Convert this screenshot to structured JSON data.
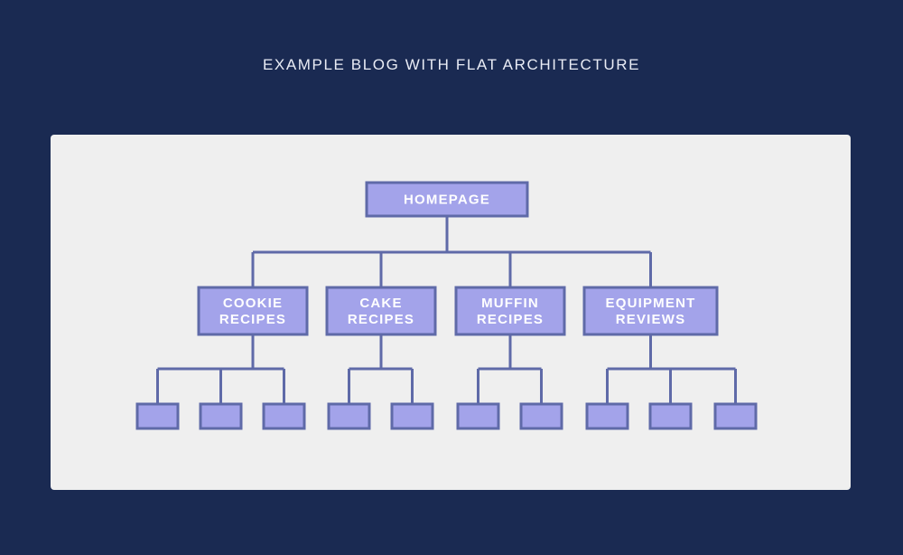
{
  "title": "EXAMPLE BLOG WITH FLAT ARCHITECTURE",
  "colors": {
    "background": "#1a2a52",
    "panel": "#efefef",
    "node_fill": "#a3a3ea",
    "node_border": "#5f6aa8"
  },
  "diagram": {
    "root": {
      "label": "HOMEPAGE"
    },
    "categories": [
      {
        "label_lines": [
          "COOKIE",
          "RECIPES"
        ],
        "child_count": 3
      },
      {
        "label_lines": [
          "CAKE",
          "RECIPES"
        ],
        "child_count": 2
      },
      {
        "label_lines": [
          "MUFFIN",
          "RECIPES"
        ],
        "child_count": 2
      },
      {
        "label_lines": [
          "EQUIPMENT",
          "REVIEWS"
        ],
        "child_count": 3
      }
    ]
  }
}
